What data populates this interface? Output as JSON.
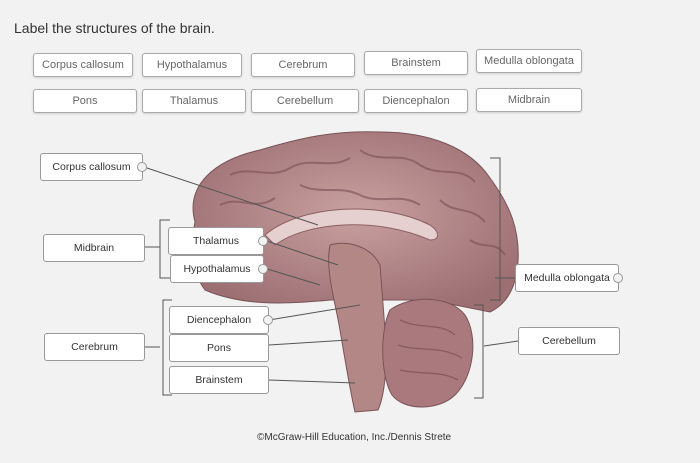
{
  "instruction": "Label the structures of the brain.",
  "word_bank": [
    "Corpus callosum",
    "Hypothalamus",
    "Cerebrum",
    "Brainstem",
    "Medulla oblongata",
    "Pons",
    "Thalamus",
    "Cerebellum",
    "Diencephalon",
    "Midbrain"
  ],
  "labels": {
    "corpus_callosum": "Corpus callosum",
    "midbrain": "Midbrain",
    "thalamus": "Thalamus",
    "hypothalamus": "Hypothalamus",
    "cerebrum": "Cerebrum",
    "diencephalon": "Diencephalon",
    "pons": "Pons",
    "brainstem": "Brainstem",
    "medulla_oblongata": "Medulla oblongata",
    "cerebellum": "Cerebellum"
  },
  "credit": "©McGraw-Hill Education, Inc./Dennis Strete",
  "colors": {
    "brain": "#b98a8a",
    "brain_dark": "#8a5f63",
    "page_bg": "#f2f2f2"
  }
}
